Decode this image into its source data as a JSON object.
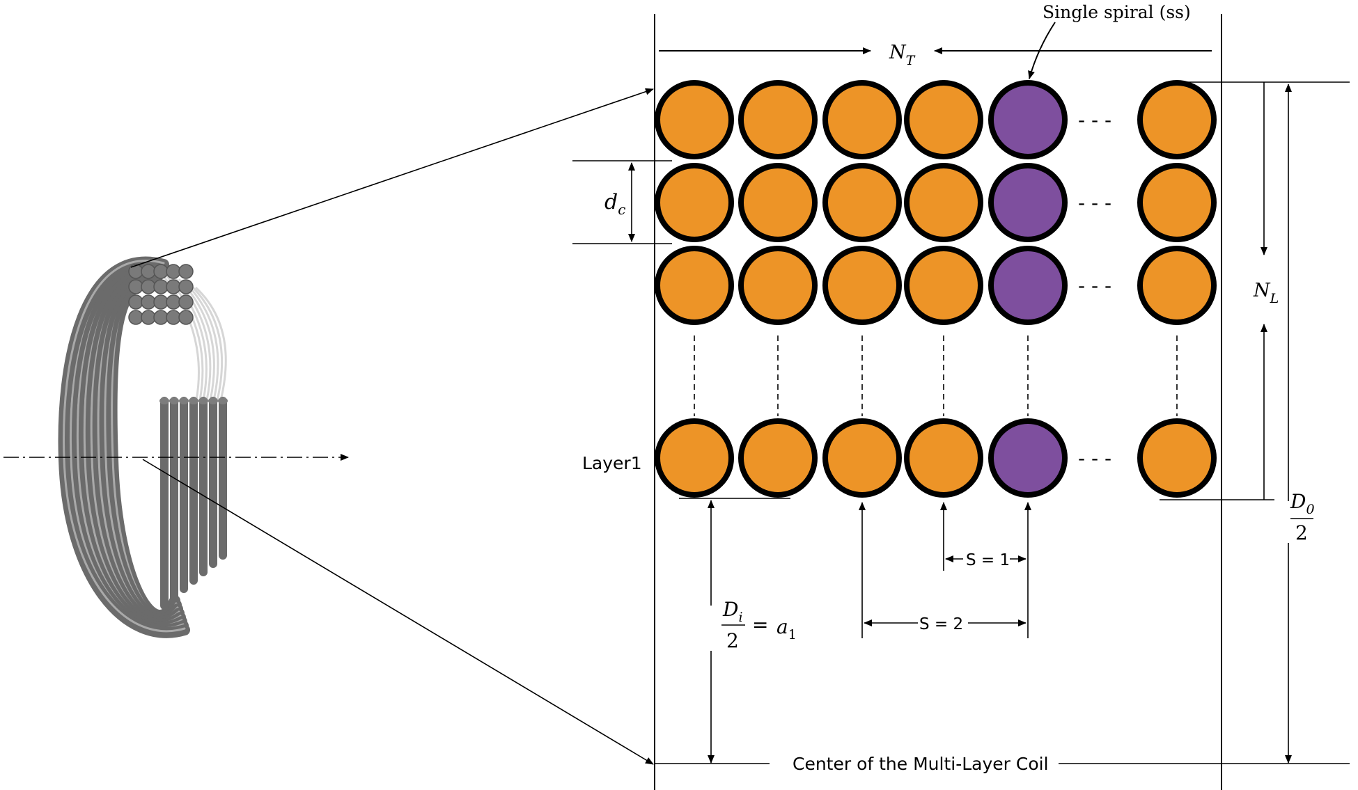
{
  "labels": {
    "single_spiral": "Single spiral (ss)",
    "nt_main": "N",
    "nt_sub": "T",
    "nl_main": "N",
    "nl_sub": "L",
    "dc_main": "d",
    "dc_sub": "c",
    "layer1": "Layer1",
    "s1": "S = 1",
    "s2": "S = 2",
    "center": "Center of the Multi-Layer Coil",
    "di_num": "D",
    "di_num_sub": "i",
    "di_den": "2",
    "di_eq": "=",
    "a_main": "a",
    "a_sub": "1",
    "do_num": "D",
    "do_num_sub": "0",
    "do_den": "2",
    "row_dashes": "- - -"
  },
  "colors": {
    "conductor": "#ED9427",
    "single_spiral": "#7E4F9E",
    "outline": "#000000",
    "coil": "#6B6B6B",
    "coil_highlight": "#A9A9A9"
  },
  "icons": {
    "coil_illustration": "multi-layer-coil-3d",
    "axis": "dash-dot-axis-arrow"
  },
  "grid": {
    "visible_rows": 4,
    "visible_columns": 6,
    "highlighted_column": 5
  }
}
